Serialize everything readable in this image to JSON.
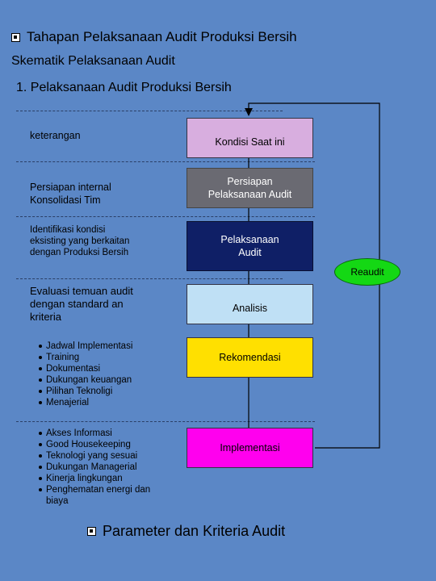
{
  "header": {
    "title": "Tahapan Pelaksanaan Audit Produksi Bersih",
    "subtitle": "Skematik Pelaksanaan Audit",
    "section": "1. Pelaksanaan Audit Produksi Bersih"
  },
  "left": {
    "keterangan": "keterangan",
    "persiapan_internal": [
      "Persiapan internal",
      "Konsolidasi Tim"
    ],
    "identifikasi": [
      "Identifikasi kondisi",
      "eksisting yang berkaitan",
      "dengan Produksi Bersih"
    ],
    "evaluasi": [
      "Evaluasi temuan audit",
      "dengan standard an",
      "kriteria"
    ],
    "list1": [
      "Jadwal Implementasi",
      "Training",
      "Dokumentasi",
      "Dukungan keuangan",
      "Pilihan Teknoligi",
      "Menajerial"
    ],
    "list2": [
      "Akses Informasi",
      "Good Housekeeping",
      "Teknologi yang sesuai",
      "Dukungan Managerial",
      "Kinerja lingkungan",
      "Penghematan energi dan biaya"
    ]
  },
  "boxes": {
    "kondisi": "Kondisi Saat ini",
    "persiapan": [
      "Persiapan",
      "Pelaksanaan Audit"
    ],
    "pelaksanaan": [
      "Pelaksanaan",
      "Audit"
    ],
    "analisis": "Analisis",
    "rekomendasi": "Rekomendasi",
    "implementasi": "Implementasi"
  },
  "reaudit": "Reaudit",
  "footer": {
    "title": "Parameter dan Kriteria Audit"
  },
  "colors": {
    "background": "#5b87c6",
    "kondisi": "#d8aedf",
    "persiapan": "#6a6a72",
    "pelaksanaan": "#0f1f66",
    "analisis": "#bfe0f5",
    "rekomendasi": "#ffe000",
    "implementasi": "#ff00ee",
    "reaudit": "#14d814"
  }
}
